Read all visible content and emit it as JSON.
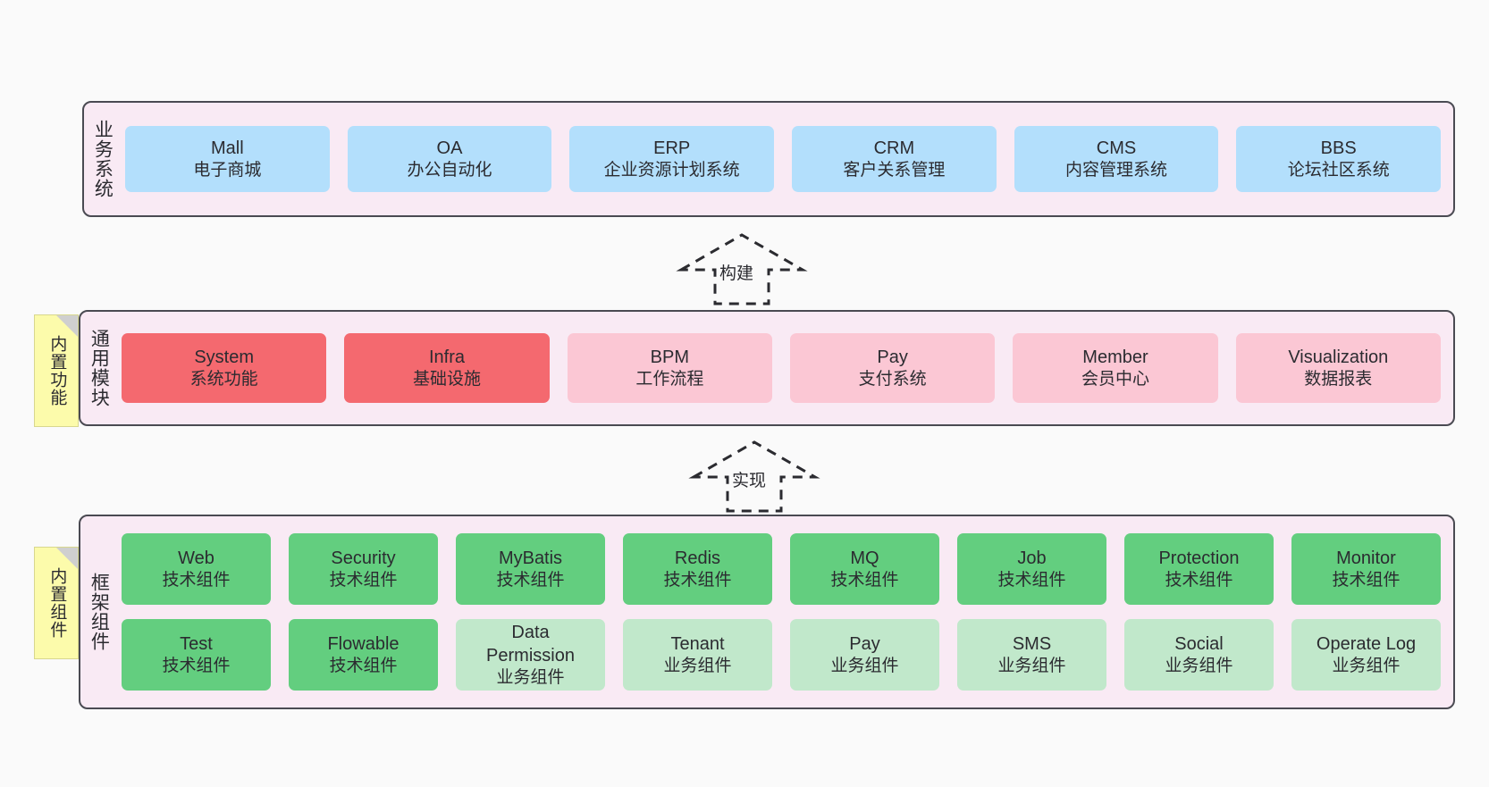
{
  "diagram": {
    "background_color": "#fafafa",
    "panel_color": "#f9eaf4",
    "panel_border_color": "#4a4a52",
    "note_color": "#fcfbab"
  },
  "layers": [
    {
      "id": "business-systems",
      "title": "业务系统",
      "note": null,
      "rows": [
        {
          "style": "c-blue",
          "cells": [
            {
              "name": "Mall",
              "desc": "电子商城"
            },
            {
              "name": "OA",
              "desc": "办公自动化"
            },
            {
              "name": "ERP",
              "desc": "企业资源计划系统"
            },
            {
              "name": "CRM",
              "desc": "客户关系管理"
            },
            {
              "name": "CMS",
              "desc": "内容管理系统"
            },
            {
              "name": "BBS",
              "desc": "论坛社区系统"
            }
          ]
        }
      ]
    },
    {
      "id": "common-modules",
      "title": "通用模块",
      "note": "内置功能",
      "rows": [
        {
          "cells": [
            {
              "name": "System",
              "desc": "系统功能",
              "style": "c-red"
            },
            {
              "name": "Infra",
              "desc": "基础设施",
              "style": "c-red"
            },
            {
              "name": "BPM",
              "desc": "工作流程",
              "style": "c-pink"
            },
            {
              "name": "Pay",
              "desc": "支付系统",
              "style": "c-pink"
            },
            {
              "name": "Member",
              "desc": "会员中心",
              "style": "c-pink"
            },
            {
              "name": "Visualization",
              "desc": "数据报表",
              "style": "c-pink"
            }
          ]
        }
      ]
    },
    {
      "id": "framework-components",
      "title": "框架组件",
      "note": "内置组件",
      "rows": [
        {
          "style": "c-green",
          "cells": [
            {
              "name": "Web",
              "desc": "技术组件"
            },
            {
              "name": "Security",
              "desc": "技术组件"
            },
            {
              "name": "MyBatis",
              "desc": "技术组件"
            },
            {
              "name": "Redis",
              "desc": "技术组件"
            },
            {
              "name": "MQ",
              "desc": "技术组件"
            },
            {
              "name": "Job",
              "desc": "技术组件"
            },
            {
              "name": "Protection",
              "desc": "技术组件"
            },
            {
              "name": "Monitor",
              "desc": "技术组件"
            }
          ]
        },
        {
          "cells": [
            {
              "name": "Test",
              "desc": "技术组件",
              "style": "c-green"
            },
            {
              "name": "Flowable",
              "desc": "技术组件",
              "style": "c-green"
            },
            {
              "name": "Data Permission",
              "desc": "业务组件",
              "style": "c-greenlight"
            },
            {
              "name": "Tenant",
              "desc": "业务组件",
              "style": "c-greenlight"
            },
            {
              "name": "Pay",
              "desc": "业务组件",
              "style": "c-greenlight"
            },
            {
              "name": "SMS",
              "desc": "业务组件",
              "style": "c-greenlight"
            },
            {
              "name": "Social",
              "desc": "业务组件",
              "style": "c-greenlight"
            },
            {
              "name": "Operate Log",
              "desc": "业务组件",
              "style": "c-greenlight"
            }
          ]
        }
      ]
    }
  ],
  "connectors": [
    {
      "id": "build",
      "label": "构建"
    },
    {
      "id": "implement",
      "label": "实现"
    }
  ]
}
